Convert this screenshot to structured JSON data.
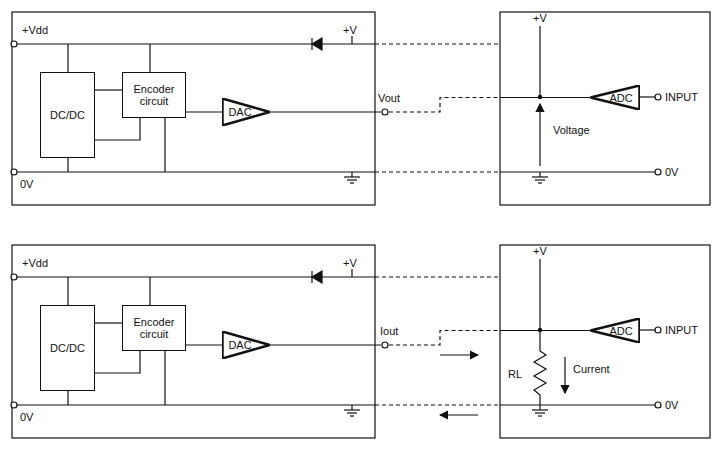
{
  "diagram": {
    "nodes": [
      {
        "text": [
          "DC/DC"
        ]
      },
      {
        "text": [
          "Encoder circuit"
        ]
      },
      {
        "text": [
          "DAC"
        ]
      },
      {
        "text": [
          "ADC"
        ]
      },
      {
        "text": [
          "DC/DC"
        ]
      },
      {
        "text": [
          "Encoder circuit"
        ]
      },
      {
        "text": [
          "DAC"
        ]
      },
      {
        "text": [
          "ADC"
        ]
      }
    ],
    "edges": [
      {
        "from": 0,
        "to": 1,
        "arrow": "none"
      },
      {
        "from": 0,
        "to": 1,
        "arrow": "none"
      },
      {
        "from": 1,
        "to": 2,
        "arrow": "none"
      },
      {
        "from": 2,
        "to": 3,
        "arrow": "none"
      },
      {
        "from": 4,
        "to": 5,
        "arrow": "none"
      },
      {
        "from": 4,
        "to": 5,
        "arrow": "none"
      },
      {
        "from": 5,
        "to": 6,
        "arrow": "none"
      },
      {
        "from": 6,
        "to": 7,
        "arrow": "none"
      }
    ],
    "labels": [
      "+Vdd",
      "+V",
      "Vout",
      "0V",
      "+V",
      "INPUT",
      "Voltage",
      "0V",
      "+Vdd",
      "+V",
      "Iout",
      "0V",
      "+V",
      "INPUT",
      "RL",
      "Current",
      "0V"
    ]
  }
}
